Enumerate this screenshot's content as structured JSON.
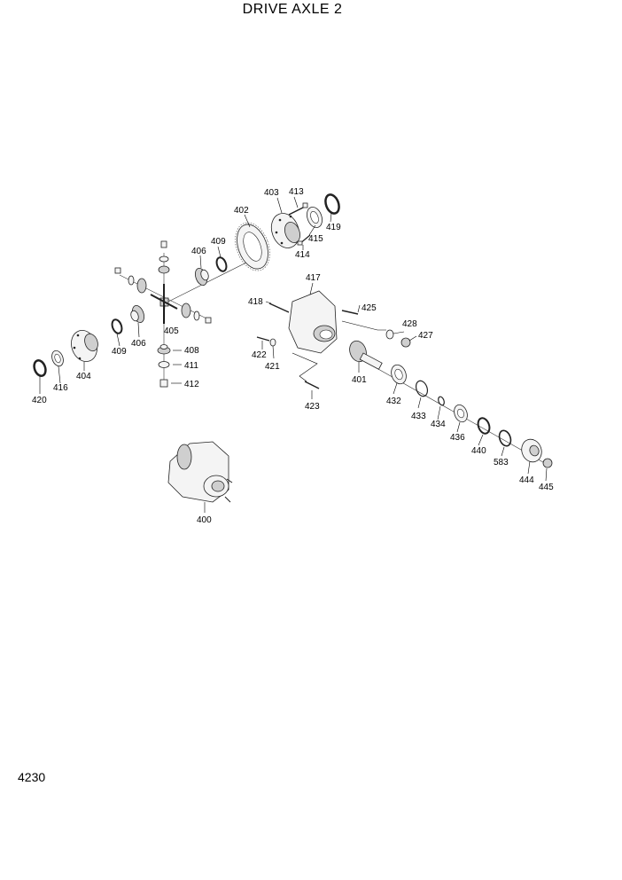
{
  "title": "DRIVE AXLE 2",
  "page_number": "4230",
  "labels": {
    "l400": "400",
    "l401": "401",
    "l402": "402",
    "l403": "403",
    "l404": "404",
    "l405": "405",
    "l406a": "406",
    "l406b": "406",
    "l408": "408",
    "l409a": "409",
    "l409b": "409",
    "l411": "411",
    "l412": "412",
    "l413": "413",
    "l414": "414",
    "l415": "415",
    "l416": "416",
    "l417": "417",
    "l418": "418",
    "l419": "419",
    "l420": "420",
    "l421": "421",
    "l422": "422",
    "l423": "423",
    "l425": "425",
    "l427": "427",
    "l428": "428",
    "l432": "432",
    "l433": "433",
    "l434": "434",
    "l436": "436",
    "l440": "440",
    "l444": "444",
    "l445": "445",
    "l583": "583"
  }
}
